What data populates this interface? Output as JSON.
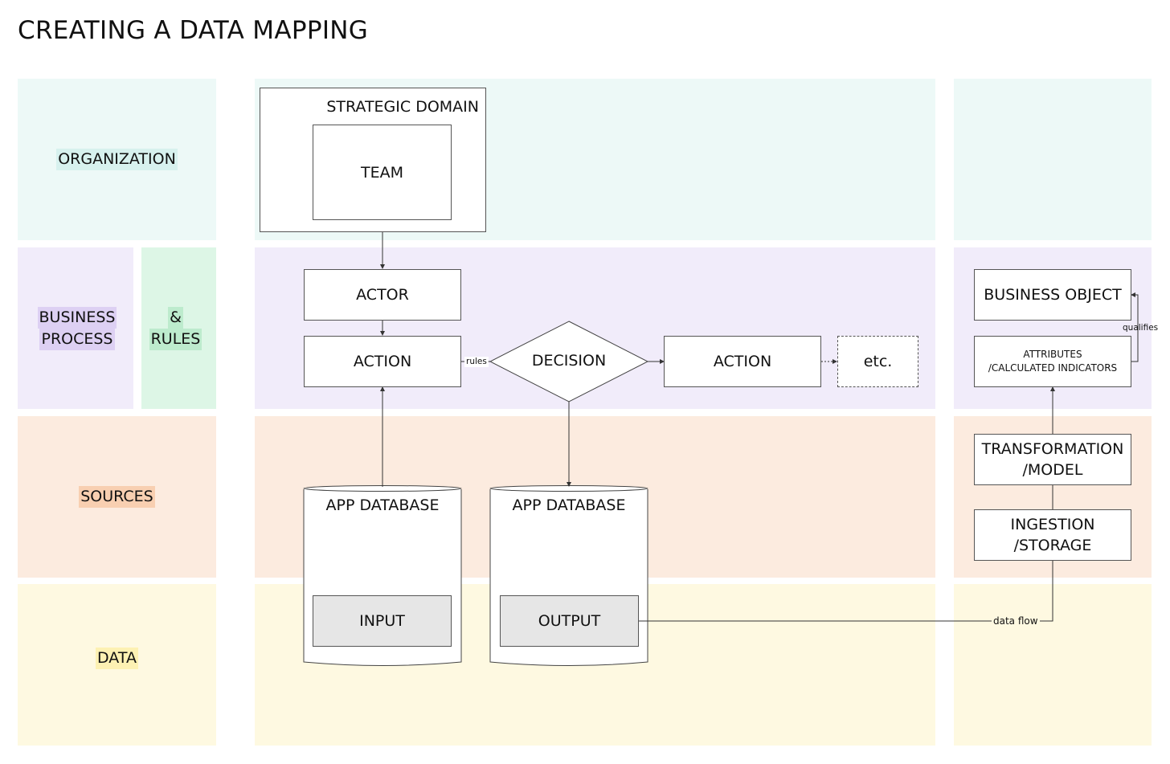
{
  "title": "CREATING A DATA MAPPING",
  "lanes": {
    "organization": "ORGANIZATION",
    "business_line1": "BUSINESS",
    "business_line2": "PROCESS",
    "rules_line1": "&",
    "rules_line2": "RULES",
    "sources": "SOURCES",
    "data": "DATA"
  },
  "nodes": {
    "strategic_domain": "STRATEGIC DOMAIN",
    "team": "TEAM",
    "actor": "ACTOR",
    "action_left": "ACTION",
    "decision": "DECISION",
    "action_right": "ACTION",
    "etc": "etc.",
    "app_db_left": "APP DATABASE",
    "app_db_right": "APP DATABASE",
    "input": "INPUT",
    "output": "OUTPUT",
    "business_object": "BUSINESS OBJECT",
    "attributes_line1": "ATTRIBUTES",
    "attributes_line2": "/CALCULATED INDICATORS",
    "transformation_line1": "TRANSFORMATION",
    "transformation_line2": "/MODEL",
    "ingestion_line1": "INGESTION",
    "ingestion_line2": "/STORAGE"
  },
  "edge_labels": {
    "rules": "rules",
    "qualifies": "qualifies",
    "data_flow": "data flow"
  },
  "colors": {
    "organization": "#edf9f7",
    "business_process": "#f1ecfa",
    "rules": "#ddf6e6",
    "sources": "#fcebdf",
    "data": "#fef9e1"
  }
}
